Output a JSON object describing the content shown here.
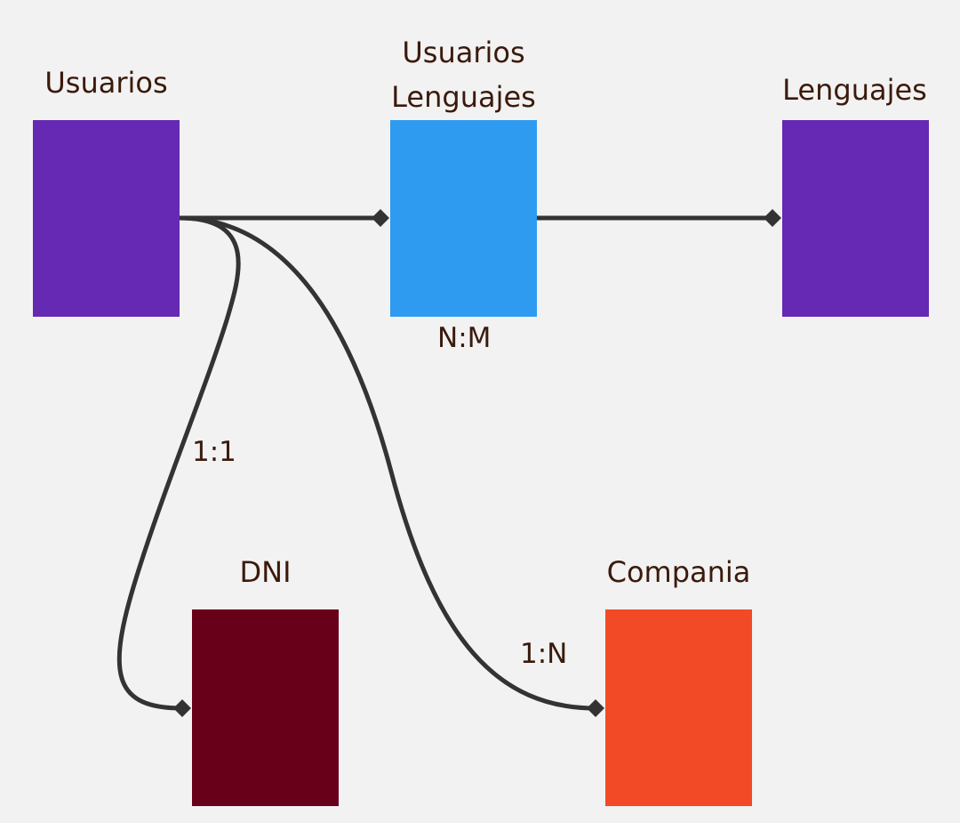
{
  "nodes": {
    "usuarios": {
      "label": "Usuarios",
      "color": "#6529b3"
    },
    "usuarios_lenguajes": {
      "label_line1": "Usuarios",
      "label_line2": "Lenguajes",
      "color": "#2e9bf0"
    },
    "lenguajes": {
      "label": "Lenguajes",
      "color": "#6529b3"
    },
    "dni": {
      "label": "DNI",
      "color": "#69001a"
    },
    "compania": {
      "label": "Compania",
      "color": "#f24a27"
    }
  },
  "edges": {
    "usuarios_to_usuarios_lenguajes": {
      "label": "N:M"
    },
    "usuarios_to_dni": {
      "label": "1:1"
    },
    "usuarios_to_compania": {
      "label": "1:N"
    },
    "usuarios_lenguajes_to_lenguajes": {
      "label": ""
    }
  },
  "colors": {
    "background": "#f2f2f2",
    "line": "#333333",
    "text": "#3b1a0c"
  }
}
